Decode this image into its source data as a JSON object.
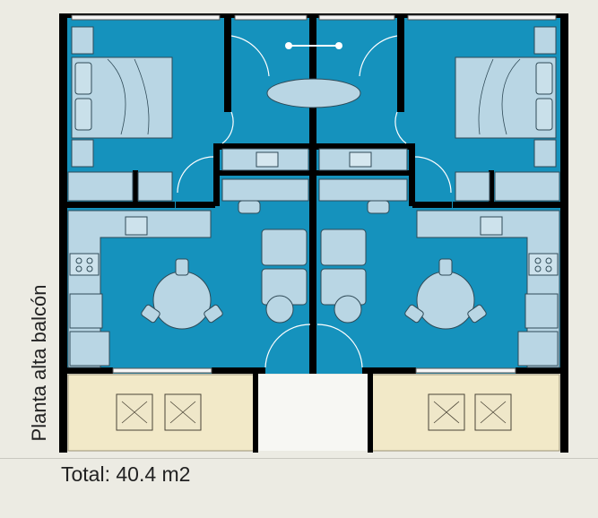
{
  "labels": {
    "side_caption": "Planta alta balcón",
    "total": "Total: 40.4 m2"
  },
  "colors": {
    "floor": "#1592bd",
    "furniture": "#b9d6e4",
    "balcony": "#f2e9c8",
    "walls": "#000000",
    "background": "#ecebe3",
    "furniture_outline": "#2f4a57"
  },
  "rooms": [
    "bedroom",
    "bathroom",
    "kitchen",
    "dining",
    "balcony"
  ],
  "units": [
    "left-unit",
    "right-unit"
  ],
  "furniture": [
    "bed",
    "nightstand",
    "sink",
    "stove",
    "dining-table",
    "chair",
    "sofa",
    "armchair",
    "bathtub",
    "toilet",
    "wardrobe"
  ]
}
